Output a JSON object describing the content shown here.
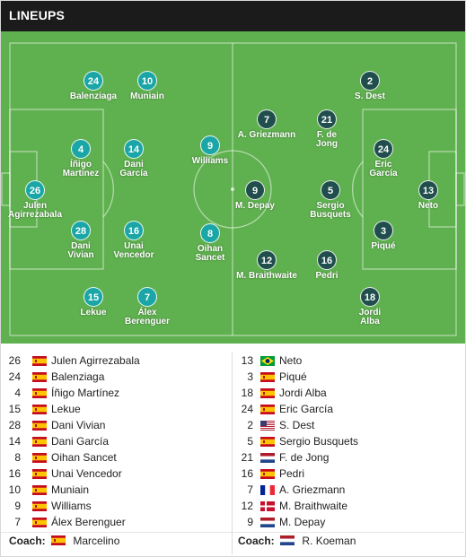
{
  "header": {
    "title": "LINEUPS"
  },
  "colors": {
    "home": "#1aa6a6",
    "away": "#1f4e4c",
    "pitch": "#5fb14f"
  },
  "pitch": {
    "home": [
      {
        "num": "26",
        "name": [
          "Julen",
          "Agirrezabala"
        ]
      },
      {
        "num": "24",
        "name": [
          "Balenziaga"
        ]
      },
      {
        "num": "4",
        "name": [
          "Íñigo",
          "Martínez"
        ]
      },
      {
        "num": "28",
        "name": [
          "Dani",
          "Vivian"
        ]
      },
      {
        "num": "15",
        "name": [
          "Lekue"
        ]
      },
      {
        "num": "14",
        "name": [
          "Dani",
          "García"
        ]
      },
      {
        "num": "16",
        "name": [
          "Unai",
          "Vencedor"
        ]
      },
      {
        "num": "10",
        "name": [
          "Muniain"
        ]
      },
      {
        "num": "7",
        "name": [
          "Álex",
          "Berenguer"
        ]
      },
      {
        "num": "9",
        "name": [
          "Williams"
        ]
      },
      {
        "num": "8",
        "name": [
          "Oihan",
          "Sancet"
        ]
      }
    ],
    "away": [
      {
        "num": "13",
        "name": [
          "Neto"
        ]
      },
      {
        "num": "2",
        "name": [
          "S. Dest"
        ]
      },
      {
        "num": "24",
        "name": [
          "Eric",
          "García"
        ]
      },
      {
        "num": "3",
        "name": [
          "Piqué"
        ]
      },
      {
        "num": "18",
        "name": [
          "Jordi",
          "Alba"
        ]
      },
      {
        "num": "21",
        "name": [
          "F. de",
          "Jong"
        ]
      },
      {
        "num": "5",
        "name": [
          "Sergio",
          "Busquets"
        ]
      },
      {
        "num": "16",
        "name": [
          "Pedri"
        ]
      },
      {
        "num": "7",
        "name": [
          "A. Griezmann"
        ]
      },
      {
        "num": "9",
        "name": [
          "M. Depay"
        ]
      },
      {
        "num": "12",
        "name": [
          "M. Braithwaite"
        ]
      }
    ]
  },
  "home_list": [
    {
      "num": "26",
      "flag": "spain",
      "name": "Julen Agirrezabala"
    },
    {
      "num": "24",
      "flag": "spain",
      "name": "Balenziaga"
    },
    {
      "num": "4",
      "flag": "spain",
      "name": "Íñigo Martínez"
    },
    {
      "num": "15",
      "flag": "spain",
      "name": "Lekue"
    },
    {
      "num": "28",
      "flag": "spain",
      "name": "Dani Vivian"
    },
    {
      "num": "14",
      "flag": "spain",
      "name": "Dani García"
    },
    {
      "num": "8",
      "flag": "spain",
      "name": "Oihan Sancet"
    },
    {
      "num": "16",
      "flag": "spain",
      "name": "Unai Vencedor"
    },
    {
      "num": "10",
      "flag": "spain",
      "name": "Muniain"
    },
    {
      "num": "9",
      "flag": "spain",
      "name": "Williams"
    },
    {
      "num": "7",
      "flag": "spain",
      "name": "Álex Berenguer"
    }
  ],
  "away_list": [
    {
      "num": "13",
      "flag": "brazil",
      "name": "Neto"
    },
    {
      "num": "3",
      "flag": "spain",
      "name": "Piqué"
    },
    {
      "num": "18",
      "flag": "spain",
      "name": "Jordi Alba"
    },
    {
      "num": "24",
      "flag": "spain",
      "name": "Eric García"
    },
    {
      "num": "2",
      "flag": "usa",
      "name": "S. Dest"
    },
    {
      "num": "5",
      "flag": "spain",
      "name": "Sergio Busquets"
    },
    {
      "num": "21",
      "flag": "netherlands",
      "name": "F. de Jong"
    },
    {
      "num": "16",
      "flag": "spain",
      "name": "Pedri"
    },
    {
      "num": "7",
      "flag": "france",
      "name": "A. Griezmann"
    },
    {
      "num": "12",
      "flag": "denmark",
      "name": "M. Braithwaite"
    },
    {
      "num": "9",
      "flag": "netherlands",
      "name": "M. Depay"
    }
  ],
  "coach": {
    "label": "Coach:",
    "home": {
      "flag": "spain",
      "name": "Marcelino"
    },
    "away": {
      "flag": "netherlands",
      "name": "R. Koeman"
    }
  }
}
